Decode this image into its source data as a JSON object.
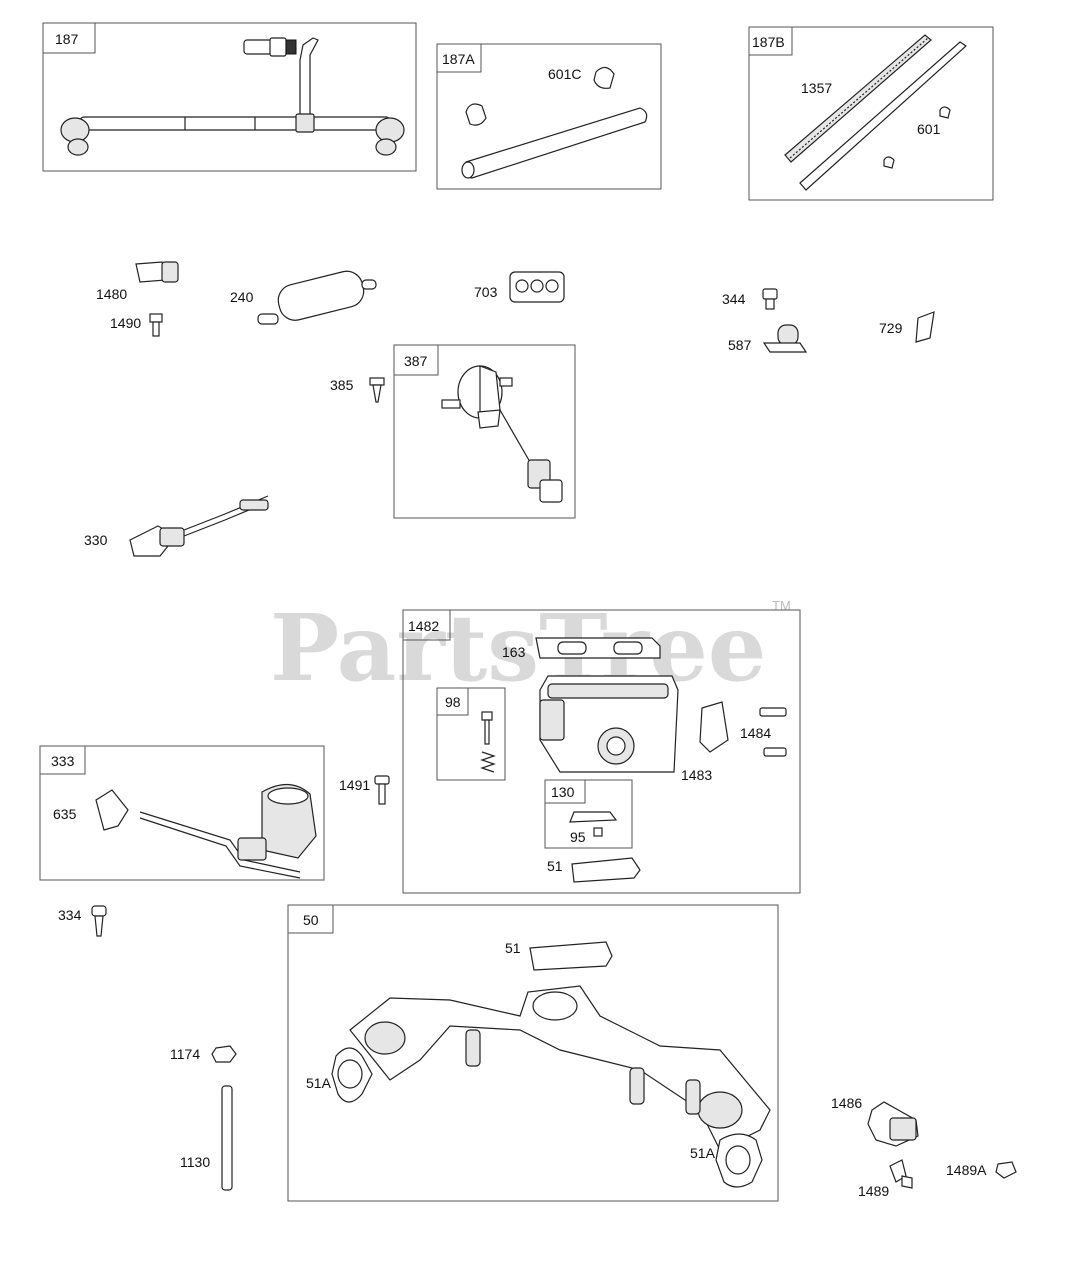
{
  "watermark": {
    "text": "PartsTree",
    "trademark": "TM"
  },
  "groups": [
    {
      "id": "187"
    },
    {
      "id": "187A"
    },
    {
      "id": "187B"
    },
    {
      "id": "387"
    },
    {
      "id": "1482"
    },
    {
      "id": "98"
    },
    {
      "id": "130"
    },
    {
      "id": "333"
    },
    {
      "id": "50"
    }
  ],
  "callouts": [
    "601C",
    "1357",
    "601",
    "1480",
    "240",
    "703",
    "344",
    "729",
    "1490",
    "587",
    "385",
    "330",
    "163",
    "1484",
    "1483",
    "1491",
    "635",
    "95",
    "51",
    "334",
    "51",
    "1174",
    "51A",
    "51A",
    "1486",
    "1130",
    "1489",
    "1489A"
  ]
}
